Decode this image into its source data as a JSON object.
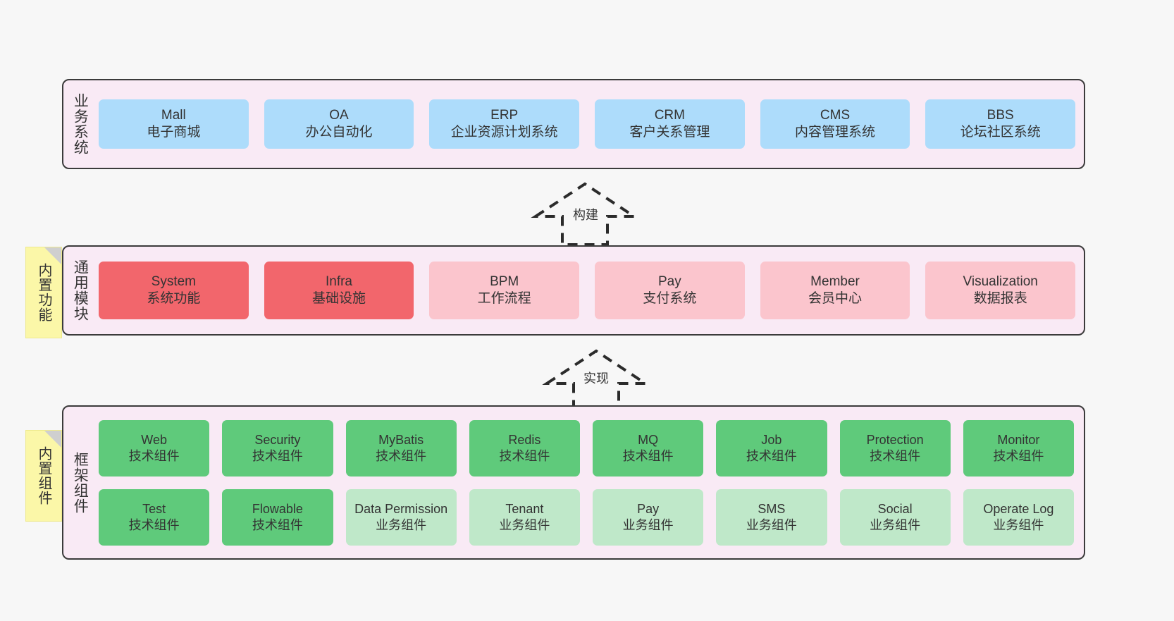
{
  "diagram": {
    "background_color": "#f7f7f7",
    "layer_fill": "#f9eaf5",
    "layer_border": "#3b3b3b"
  },
  "sticky_notes": [
    {
      "label": "内置功能",
      "color": "#fbf7a8"
    },
    {
      "label": "内置组件",
      "color": "#fbf7a8"
    }
  ],
  "arrows": [
    {
      "label": "构建",
      "style": "dashed-hollow-up"
    },
    {
      "label": "实现",
      "style": "dashed-hollow-up"
    }
  ],
  "layers": [
    {
      "title": "业务系统",
      "accent": "#addcfb",
      "rows": [
        {
          "cards": [
            {
              "name": "Mall",
              "sub": "电子商城",
              "color": "blue"
            },
            {
              "name": "OA",
              "sub": "办公自动化",
              "color": "blue"
            },
            {
              "name": "ERP",
              "sub": "企业资源计划系统",
              "color": "blue"
            },
            {
              "name": "CRM",
              "sub": "客户关系管理",
              "color": "blue"
            },
            {
              "name": "CMS",
              "sub": "内容管理系统",
              "color": "blue"
            },
            {
              "name": "BBS",
              "sub": "论坛社区系统",
              "color": "blue"
            }
          ]
        }
      ]
    },
    {
      "title": "通用模块",
      "accent": "#f2666c",
      "rows": [
        {
          "cards": [
            {
              "name": "System",
              "sub": "系统功能",
              "color": "red"
            },
            {
              "name": "Infra",
              "sub": "基础设施",
              "color": "red"
            },
            {
              "name": "BPM",
              "sub": "工作流程",
              "color": "pink"
            },
            {
              "name": "Pay",
              "sub": "支付系统",
              "color": "pink"
            },
            {
              "name": "Member",
              "sub": "会员中心",
              "color": "pink"
            },
            {
              "name": "Visualization",
              "sub": "数据报表",
              "color": "pink"
            }
          ]
        }
      ]
    },
    {
      "title": "框架组件",
      "accent": "#5fca7b",
      "rows": [
        {
          "cards": [
            {
              "name": "Web",
              "sub": "技术组件",
              "color": "green"
            },
            {
              "name": "Security",
              "sub": "技术组件",
              "color": "green"
            },
            {
              "name": "MyBatis",
              "sub": "技术组件",
              "color": "green"
            },
            {
              "name": "Redis",
              "sub": "技术组件",
              "color": "green"
            },
            {
              "name": "MQ",
              "sub": "技术组件",
              "color": "green"
            },
            {
              "name": "Job",
              "sub": "技术组件",
              "color": "green"
            },
            {
              "name": "Protection",
              "sub": "技术组件",
              "color": "green"
            },
            {
              "name": "Monitor",
              "sub": "技术组件",
              "color": "green"
            }
          ]
        },
        {
          "cards": [
            {
              "name": "Test",
              "sub": "技术组件",
              "color": "green"
            },
            {
              "name": "Flowable",
              "sub": "技术组件",
              "color": "green"
            },
            {
              "name": "Data Permission",
              "sub": "业务组件",
              "color": "lightgreen",
              "wrap": true
            },
            {
              "name": "Tenant",
              "sub": "业务组件",
              "color": "lightgreen"
            },
            {
              "name": "Pay",
              "sub": "业务组件",
              "color": "lightgreen"
            },
            {
              "name": "SMS",
              "sub": "业务组件",
              "color": "lightgreen"
            },
            {
              "name": "Social",
              "sub": "业务组件",
              "color": "lightgreen"
            },
            {
              "name": "Operate Log",
              "sub": "业务组件",
              "color": "lightgreen"
            }
          ]
        }
      ]
    }
  ]
}
